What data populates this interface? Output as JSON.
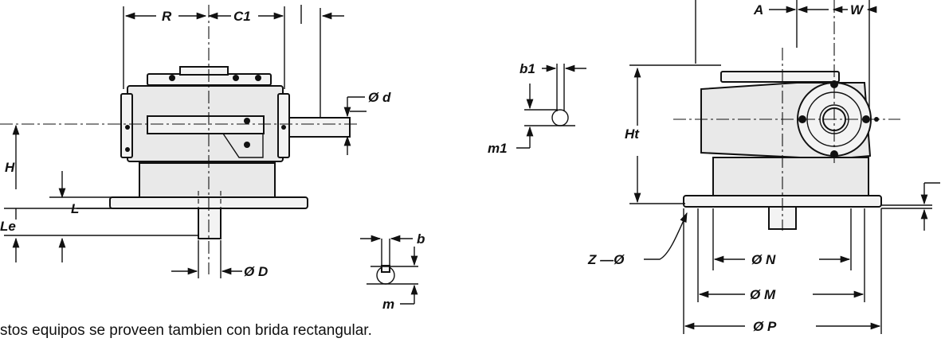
{
  "labels": {
    "R": "R",
    "C1": "C1",
    "d": "Ø d",
    "H": "H",
    "L": "L",
    "Le": "Le",
    "D": "Ø D",
    "b": "b",
    "m": "m",
    "b1": "b1",
    "m1": "m1",
    "A": "A",
    "W": "W",
    "Ht": "Ht",
    "Z": "Z —Ø",
    "N": "Ø N",
    "M": "Ø M",
    "P": "Ø P"
  },
  "caption": "stos equipos se proveen tambien con brida rectangular."
}
